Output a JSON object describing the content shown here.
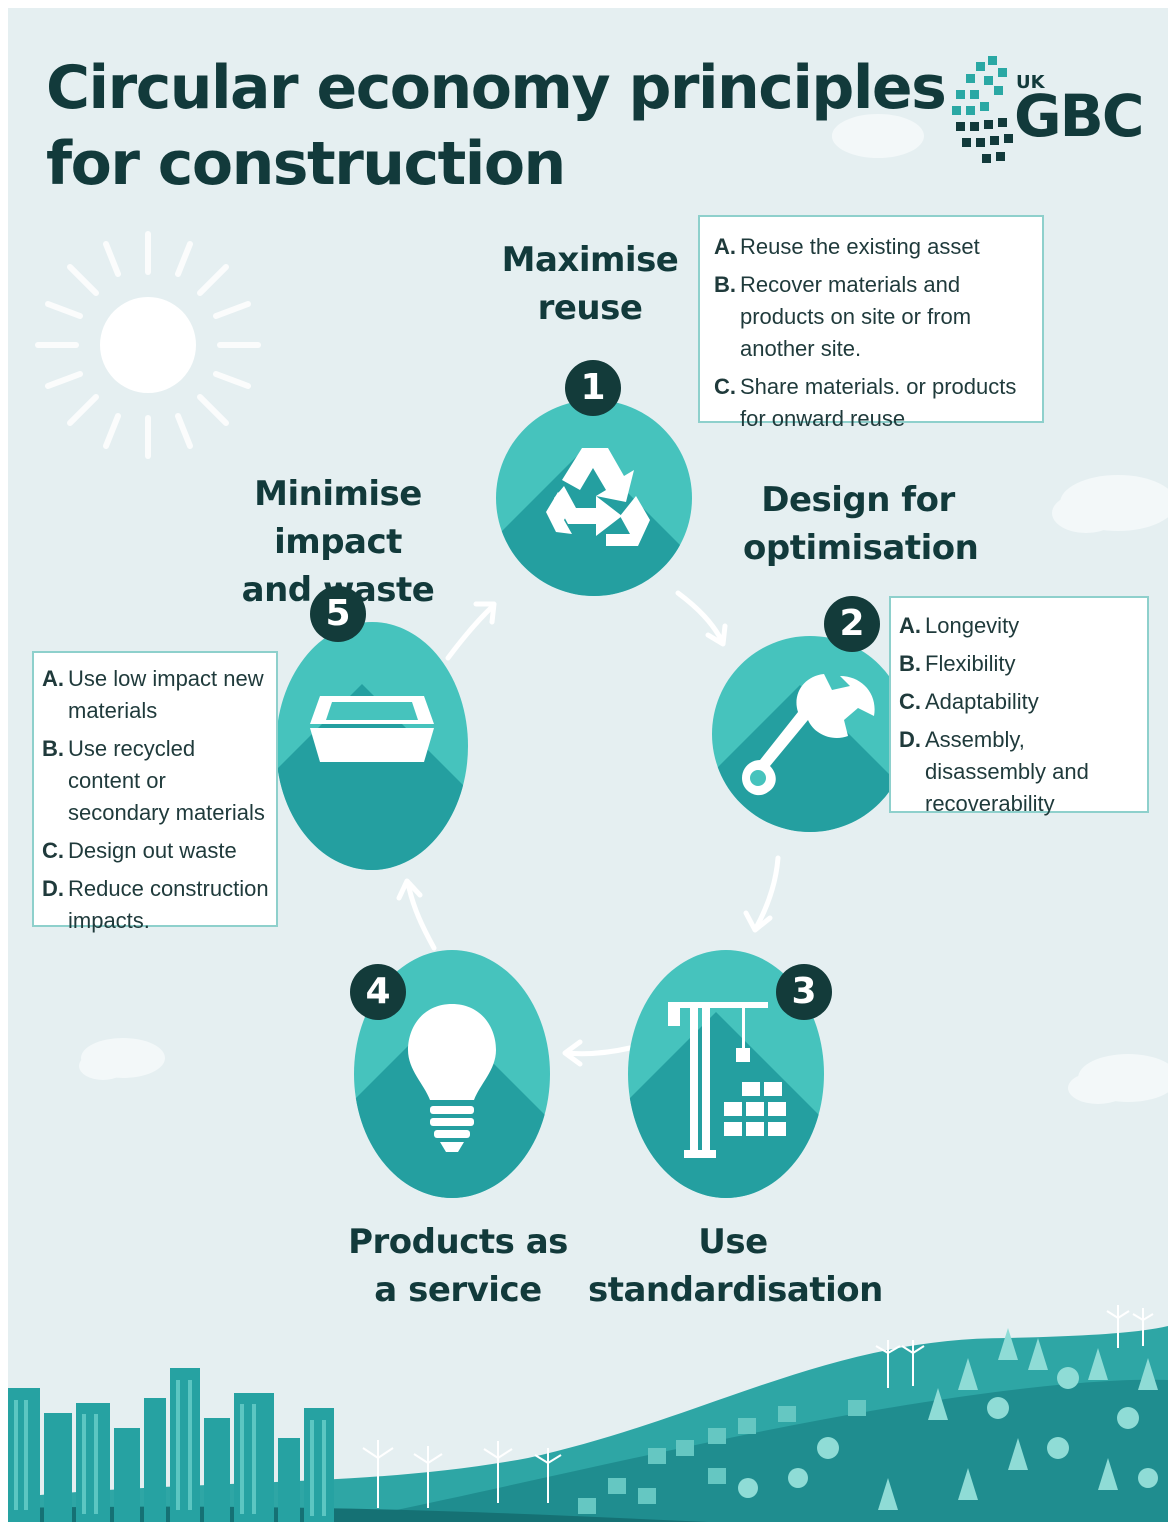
{
  "title": {
    "line1": "Circular economy principles",
    "line2": "for construction"
  },
  "logo": {
    "uk": "UK",
    "gbc": "GBC"
  },
  "colors": {
    "background": "#e5eff1",
    "dark": "#123a3b",
    "teal_light": "#46c3bd",
    "teal_dark": "#249fa0",
    "box_border": "#8ed0cc"
  },
  "principles": [
    {
      "number": "1",
      "title_line1": "Maximise",
      "title_line2": "reuse",
      "icon": "recycle-icon",
      "items": [
        {
          "key": "A.",
          "text": "Reuse the existing asset"
        },
        {
          "key": "B.",
          "text": "Recover materials and products on site or from another site."
        },
        {
          "key": "C.",
          "text": "Share materials. or products for onward reuse"
        }
      ]
    },
    {
      "number": "2",
      "title_line1": "Design for",
      "title_line2": "optimisation",
      "icon": "wrench-icon",
      "items": [
        {
          "key": "A.",
          "text": "Longevity"
        },
        {
          "key": "B.",
          "text": "Flexibility"
        },
        {
          "key": "C.",
          "text": "Adaptability"
        },
        {
          "key": "D.",
          "text": "Assembly, disassembly and recoverability"
        }
      ]
    },
    {
      "number": "3",
      "title_line1": "Use",
      "title_line2": "standardisation",
      "icon": "crane-icon"
    },
    {
      "number": "4",
      "title_line1": "Products as",
      "title_line2": "a service",
      "icon": "lightbulb-icon"
    },
    {
      "number": "5",
      "title_line1": "Minimise impact",
      "title_line2": "and waste",
      "icon": "skip-bin-icon",
      "items": [
        {
          "key": "A.",
          "text": "Use low impact new materials"
        },
        {
          "key": "B.",
          "text": "Use recycled content or secondary materials"
        },
        {
          "key": "C.",
          "text": "Design out waste"
        },
        {
          "key": "D.",
          "text": "Reduce construction impacts."
        }
      ]
    }
  ]
}
